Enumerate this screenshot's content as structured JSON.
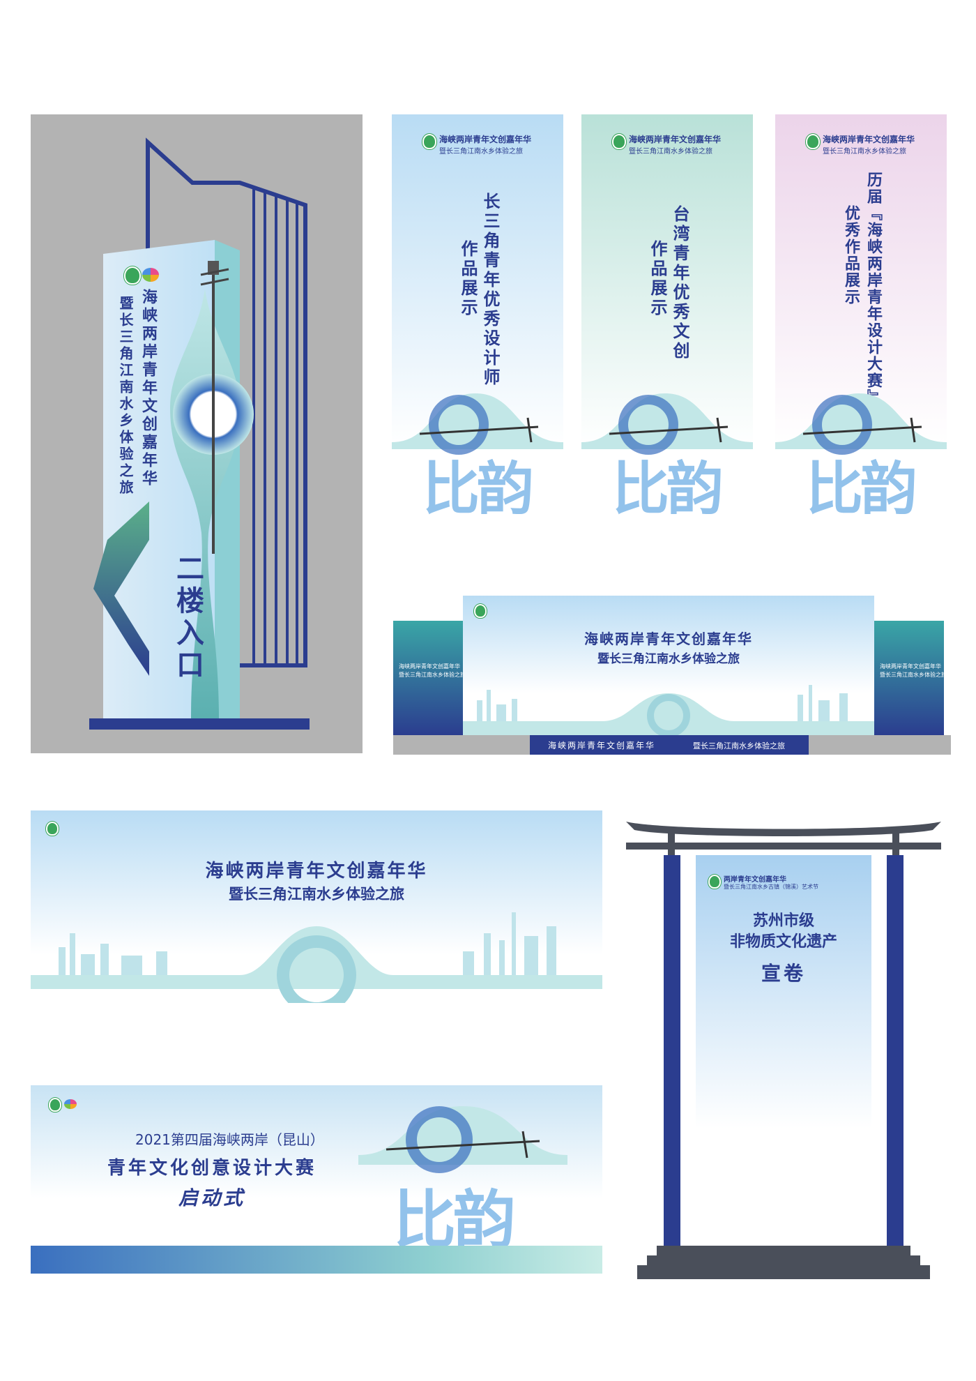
{
  "colors": {
    "navy": "#2b3d8f",
    "gray_panel": "#b3b3b3",
    "green": "#5bb08a",
    "teal": "#3ab0b0",
    "light_blue": "#bfe0f5",
    "mint": "#bde6d8",
    "pink": "#ecd4ea"
  },
  "icons": [
    "event-logo",
    "pipa-instrument",
    "arrow-chevron",
    "city-skyline",
    "gate-roof"
  ],
  "totem": {
    "line1": "海峡两岸青年文创嘉年华",
    "line2": "暨长三角江南水乡体验之旅",
    "entrance": "二楼入口"
  },
  "banners": [
    {
      "logo_line1": "海峡两岸青年文创嘉年华",
      "logo_line2": "暨长三角江南水乡体验之旅",
      "text_col1": "长三角青年优秀设计师",
      "text_col2": "作品展示",
      "watermark": "比韵"
    },
    {
      "logo_line1": "海峡两岸青年文创嘉年华",
      "logo_line2": "暨长三角江南水乡体验之旅",
      "text_col1": "台湾青年优秀文创",
      "text_col2": "作品展示",
      "watermark": "比韵"
    },
    {
      "logo_line1": "海峡两岸青年文创嘉年华",
      "logo_line2": "暨长三角江南水乡体验之旅",
      "text_col1": "历届『海峡两岸青年设计大赛』",
      "text_col2": "优秀作品展示",
      "watermark": "比韵"
    }
  ],
  "stage": {
    "title1": "海峡两岸青年文创嘉年华",
    "title2": "暨长三角江南水乡体验之旅",
    "side_line1": "海峡两岸青年文创嘉年华",
    "side_line2": "暨长三角江南水乡体验之旅",
    "base_text1": "海峡两岸青年文创嘉年华",
    "base_text2": "暨长三角江南水乡体验之旅"
  },
  "backdrop": {
    "title1": "海峡两岸青年文创嘉年华",
    "title2": "暨长三角江南水乡体验之旅"
  },
  "launch": {
    "line1": "2021第四届海峡两岸（昆山）",
    "line2": "青年文化创意设计大赛",
    "line3": "启动式",
    "watermark": "比韵"
  },
  "gate": {
    "logo_line1": "两岸青年文创嘉年华",
    "logo_line2": "暨长三角江南水乡古镇（锦溪）艺术节",
    "line1": "苏州市级",
    "line2": "非物质文化遗产",
    "line3": "宣卷"
  }
}
